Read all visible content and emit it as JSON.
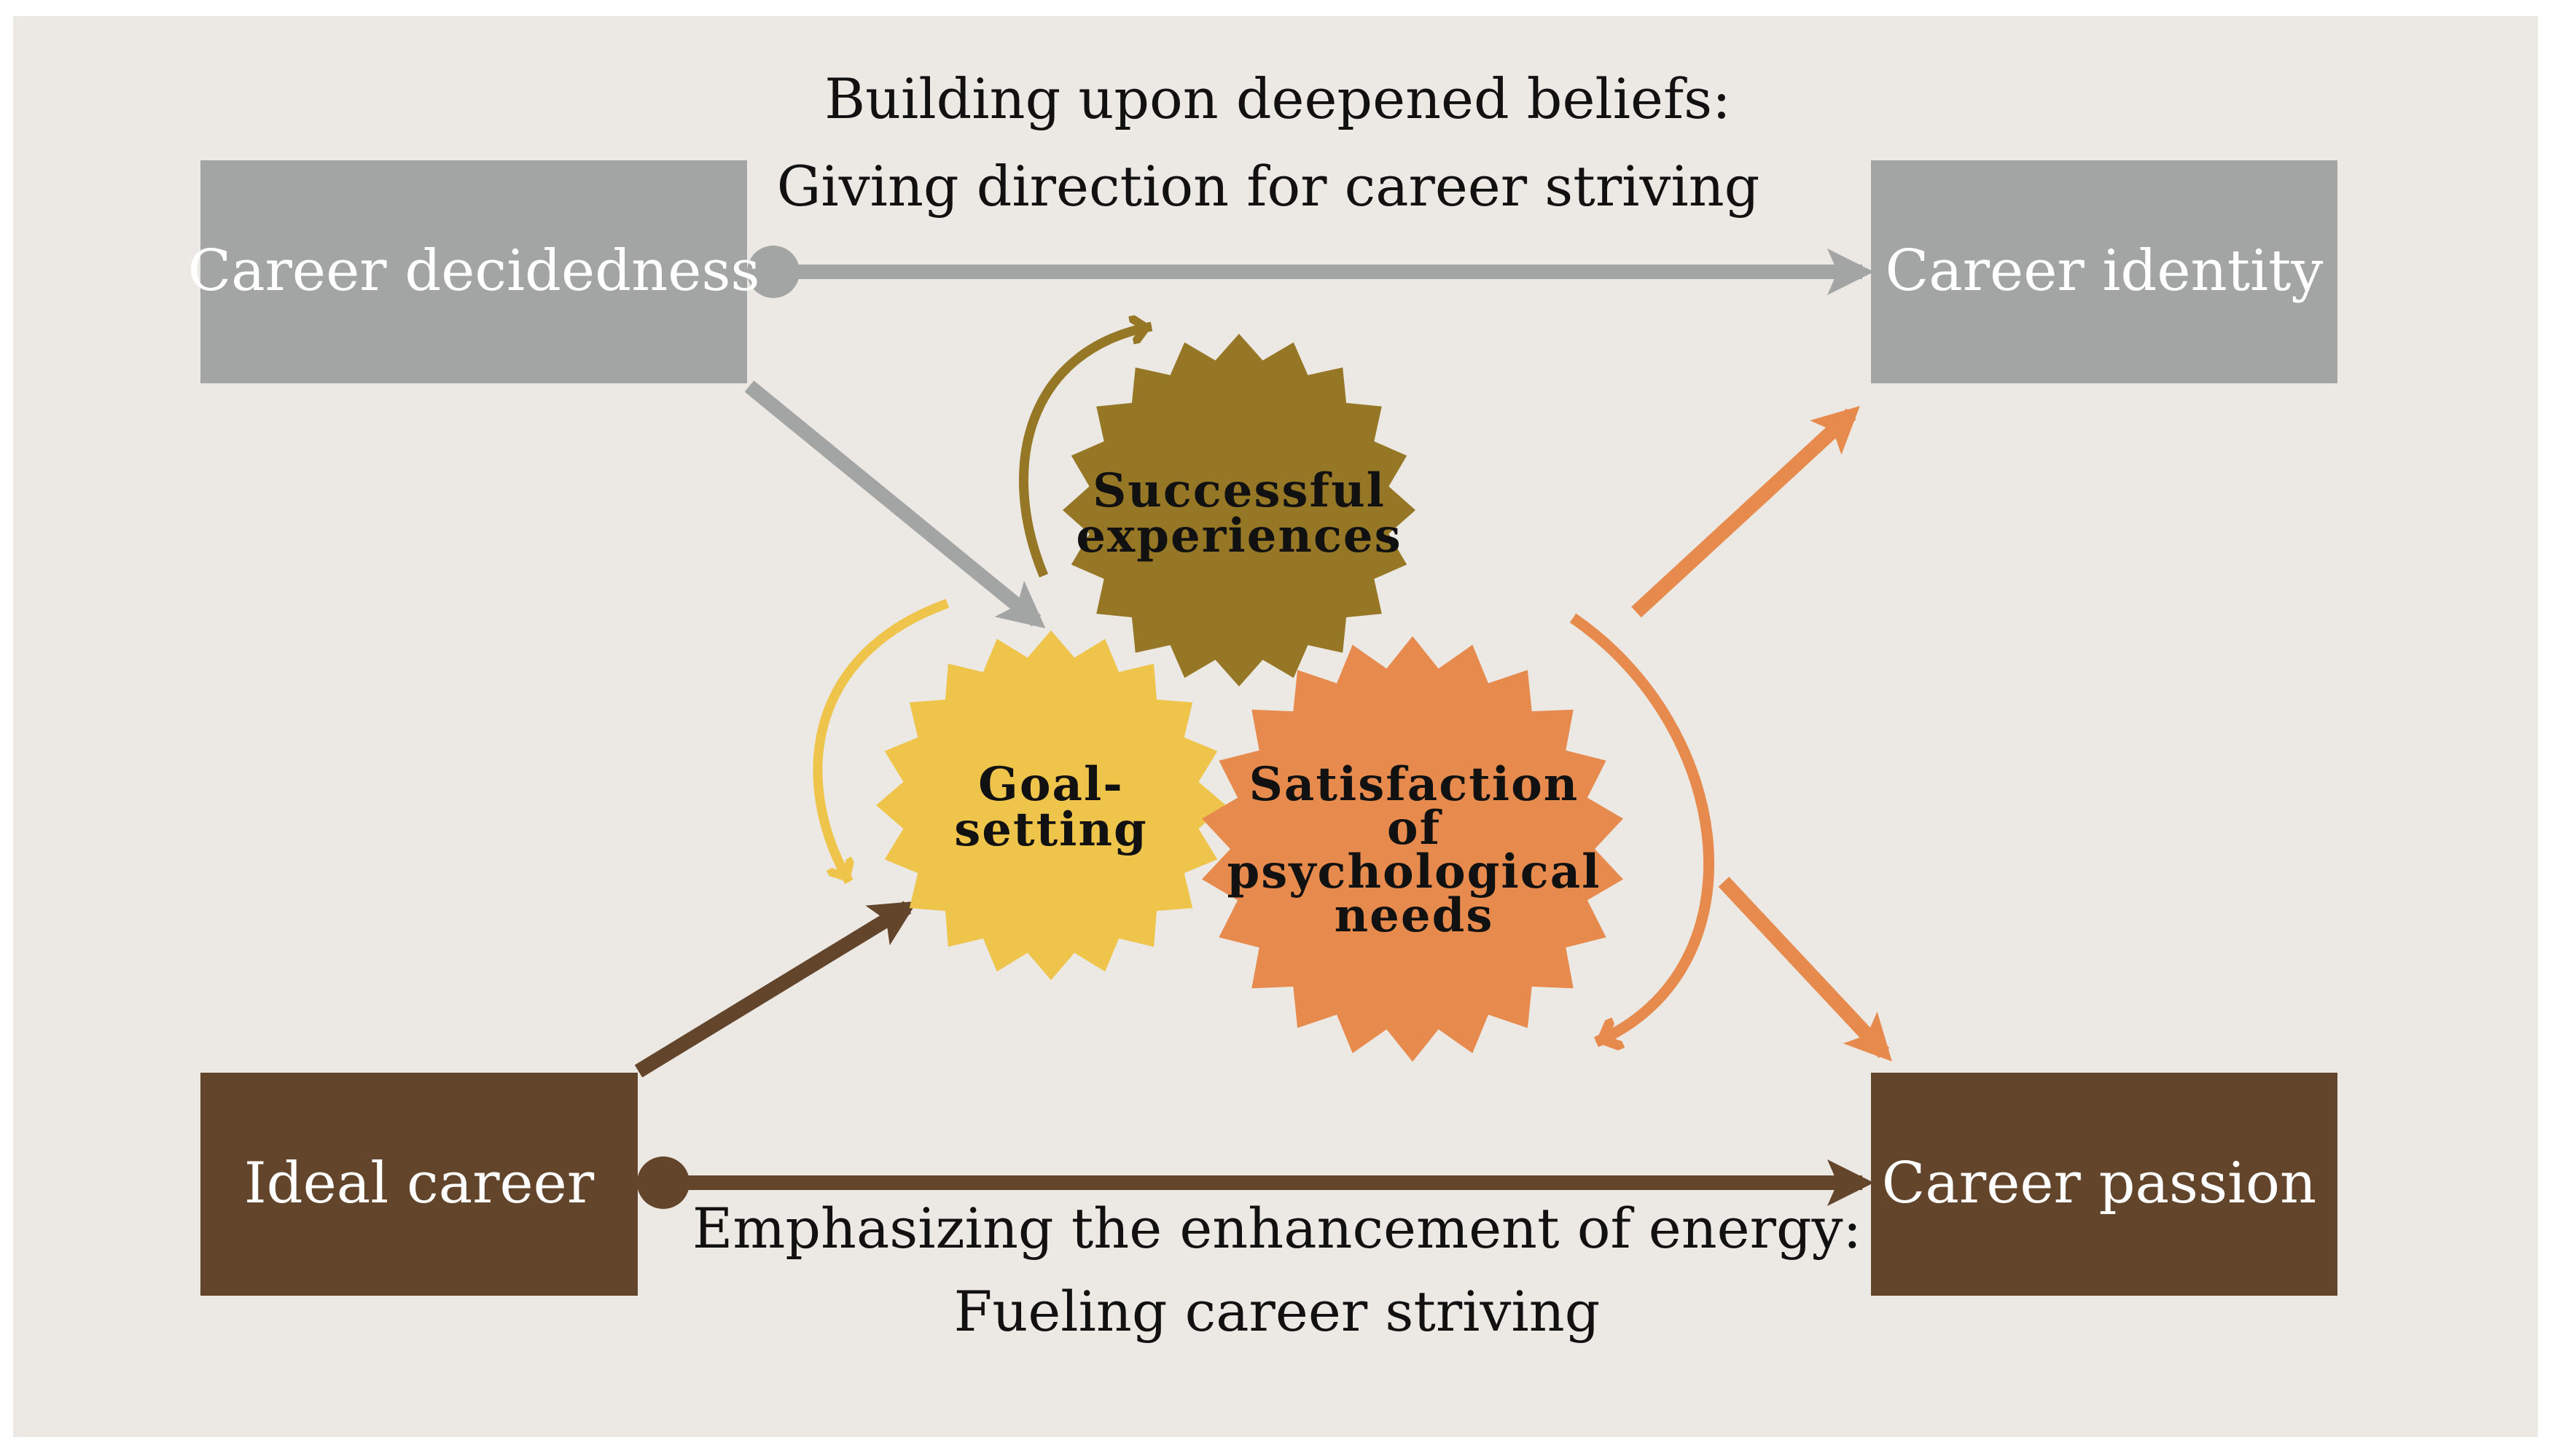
{
  "top_caption": {
    "line1": "Building upon deepened beliefs:",
    "line2": "Giving direction for career striving"
  },
  "bottom_caption": {
    "line1": "Emphasizing the enhancement of energy:",
    "line2": "Fueling career striving"
  },
  "boxes": {
    "career_decidedness": "Career decidedness",
    "career_identity": "Career identity",
    "ideal_career": "Ideal career",
    "career_passion": "Career passion"
  },
  "gears": {
    "successful_experiences": {
      "line1": "Successful",
      "line2": "experiences"
    },
    "goal_setting": {
      "line1": "Goal-",
      "line2": "setting"
    },
    "satisfaction": {
      "line1": "Satisfaction",
      "line2": "of",
      "line3": "psychological",
      "line4": "needs"
    }
  },
  "colors": {
    "background": "#ece8e4",
    "gray_box": "#a3a5a5",
    "brown_box": "#63452b",
    "olive": "#957726",
    "yellow": "#efc44a",
    "orange": "#e68b4d"
  }
}
